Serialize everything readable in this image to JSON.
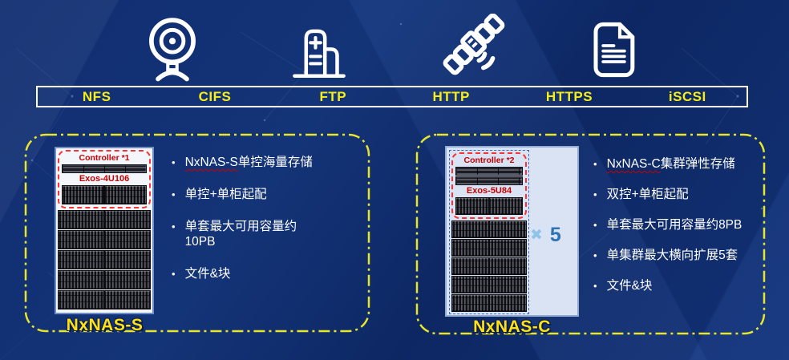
{
  "colors": {
    "background_navy": "#0d2a6b",
    "protocol_text_yellow": "#f7ee16",
    "card_border_yellow": "#e8e62b",
    "product_label_yellow": "#ffe215",
    "rack_red": "#c90000",
    "panel_border_blue": "#6d8ec9",
    "multiplier_x_blue": "#8fc4e8",
    "multiplier_num_blue": "#2e74b5",
    "bullet_text": "#ffffff"
  },
  "icons": [
    {
      "name": "webcam-icon"
    },
    {
      "name": "building-icon"
    },
    {
      "name": "satellite-icon"
    },
    {
      "name": "document-icon"
    }
  ],
  "protocol_bar": {
    "items": [
      "NFS",
      "CIFS",
      "FTP",
      "HTTP",
      "HTTPS",
      "iSCSI"
    ]
  },
  "left_card": {
    "product_label": "NxNAS-S",
    "rack": {
      "controller_label": "Controller *1",
      "controller_count": 1,
      "enclosure_label": "Exos-4U106",
      "enclosure_total": 6
    },
    "bullets": {
      "b1_highlight": "NxNAS-S",
      "b1_rest": "单控海量存储",
      "b2": "单控+单柜起配",
      "b3": "单套最大可用容量约\n10PB",
      "b4": "文件&块"
    }
  },
  "right_card": {
    "product_label": "NxNAS-C",
    "rack": {
      "controller_label": "Controller *2",
      "controller_count": 2,
      "enclosure_label": "Exos-5U84",
      "enclosure_total": 6
    },
    "multiplier_symbol": "✖",
    "multiplier_value": "5",
    "bullets": {
      "b1_highlight": "NxNAS-C",
      "b1_rest": "集群弹性存储",
      "b2": "双控+单柜起配",
      "b3": "单套最大可用容量约8PB",
      "b4": "单集群最大横向扩展5套",
      "b5": "文件&块"
    }
  }
}
